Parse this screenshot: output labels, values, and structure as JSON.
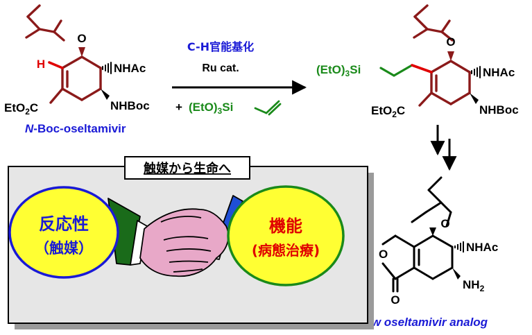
{
  "colors": {
    "maroon": "#8b1a1a",
    "red": "#e00000",
    "green": "#1a8a1a",
    "blue": "#1a1ad6",
    "black": "#000000",
    "yellow": "#ffff33",
    "pink": "#e8a8c8",
    "shadow": "#9a9a9a",
    "box_fill": "#e6e6e6"
  },
  "reaction": {
    "catalyst_name": "C-H官能基化",
    "catalyst": "Ru cat.",
    "reagent_plus": "+",
    "reagent_prefix": "(EtO)",
    "reagent_sub": "3",
    "reagent_suffix": "Si"
  },
  "start_material": {
    "h_label": "H",
    "o_label": "O",
    "nhac_label": "NHAc",
    "nhboc_label": "NHBoc",
    "ester_prefix": "EtO",
    "ester_sub": "2",
    "ester_suffix": "C",
    "name_prefix": "N",
    "name_suffix": "-Boc-oseltamivir"
  },
  "product": {
    "si_prefix": "(EtO)",
    "si_sub": "3",
    "si_suffix": "Si",
    "o_label": "O",
    "nhac_label": "NHAc",
    "nhboc_label": "NHBoc",
    "ester_prefix": "EtO",
    "ester_sub": "2",
    "ester_suffix": "C"
  },
  "analog": {
    "o_ether_label": "O",
    "nhac_label": "NHAc",
    "nh2_prefix": "NH",
    "nh2_sub": "2",
    "ring_o_label": "O",
    "carbonyl_o_label": "O",
    "name": "new oseltamivir analog"
  },
  "concept": {
    "title": "触媒から生命へ",
    "left_line1": "反応性",
    "left_line2": "（触媒）",
    "right_line1": "機能",
    "right_line2": "(病態治療)"
  }
}
